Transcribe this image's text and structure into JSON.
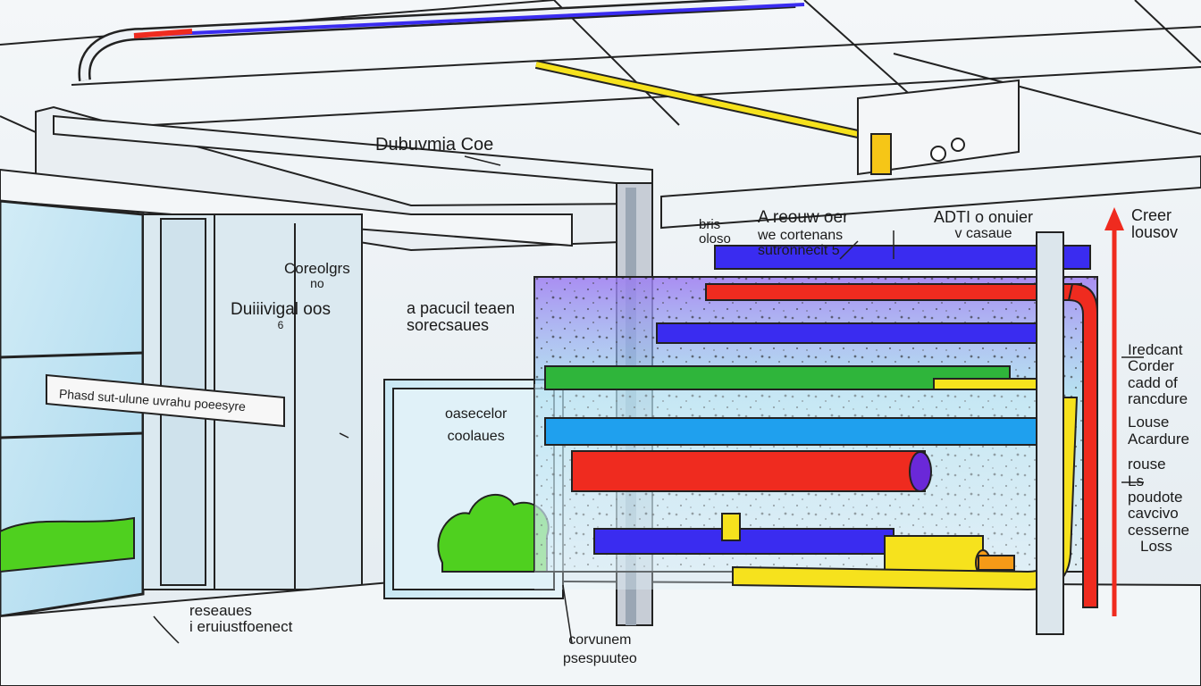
{
  "labels": {
    "top_center": "Dubuvmia Coe",
    "left_upper": [
      "Coreolgrs",
      "no"
    ],
    "left_mid": [
      "Duiiivigal oos",
      "6"
    ],
    "banner": "Phasd sut-ulune uvrahu poeesyre",
    "center": [
      "a pacucil teaen",
      "sorecsaues"
    ],
    "window_inner": [
      "oasecelor",
      "coolaues"
    ],
    "bottom_left": [
      "reseaues",
      "i eruiustfoenect"
    ],
    "bottom_center": [
      "corvunem",
      "psespuuteo"
    ],
    "top_mid_a": [
      "bris",
      "oloso"
    ],
    "top_mid_b": [
      "A reouw oer",
      "we cortenans",
      "sutronnecit 5"
    ],
    "top_right": [
      "ADTI o onuier",
      "v casaue"
    ],
    "far_right_top": [
      "Creer",
      "lousov"
    ],
    "right_column": [
      "Iredcant",
      "Corder",
      "cadd of",
      "rancdure",
      "Louse",
      "Acardure",
      "rouse",
      "Ls",
      "poudote",
      "cavcivo",
      "cesserne",
      "Loss"
    ]
  },
  "colors": {
    "sky": "#bfe3f3",
    "grass": "#4fd01f",
    "duct_blue": "#3a2cf0",
    "duct_red": "#ef2b1f",
    "duct_green": "#2fb53b",
    "duct_cyan": "#1fa0ee",
    "duct_yellow": "#f6e21d",
    "duct_purple": "#6a28d8",
    "duct_orange": "#f59a17",
    "outline": "#222222"
  },
  "icons": [
    "arrow-up-icon",
    "bush-icon",
    "speckle-texture"
  ]
}
